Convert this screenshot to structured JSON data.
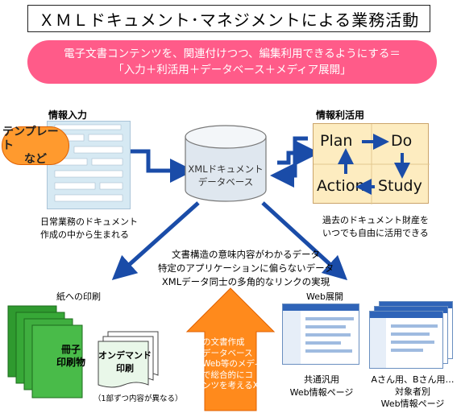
{
  "title": "ＸＭＬドキュメント･マネジメントによる業務活動",
  "banner": {
    "line1": "電子文書コンテンツを、関連付けつつ、編集利用できるようにする＝",
    "line2": "「入力＋利活用＋データベース＋メディア展開」"
  },
  "input": {
    "heading": "情報入力",
    "template_line1": "テンプレート",
    "template_line2": "など",
    "caption_line1": "日常業務のドキュメント",
    "caption_line2": "作成の中から生まれる"
  },
  "database": {
    "line1": "XMLドキュメント",
    "line2": "データベース"
  },
  "utilization": {
    "heading": "情報利活用",
    "plan": "Plan",
    "do": "Do",
    "study": "Study",
    "action": "Action",
    "caption_line1": "過去のドキュメント財産を",
    "caption_line2": "いつでも自由に活用できる"
  },
  "features": [
    "文書構造の意味内容がわかるデータ",
    "特定のアプリケーションに偏らないデータ",
    "XMLデータ同士の多角的なリンクの実現"
  ],
  "print": {
    "heading": "紙への印刷",
    "booklet_line1": "冊子",
    "booklet_line2": "印刷物",
    "ondemand_line1": "オンデマンド",
    "ondemand_line2": "印刷",
    "ondemand_note": "（1部ずつ内容が異なる）"
  },
  "note": {
    "line1": "日常の文書作成",
    "line2": "文書データベース",
    "line3": "紙やWeb等のメディ",
    "line4": "アまで総合的にコ",
    "line5": "ンテンツを考えるXML"
  },
  "web": {
    "heading": "Web展開",
    "common_line1": "共通汎用",
    "common_line2": "Web情報ページ",
    "individual_line1": "Aさん用、Bさん用…",
    "individual_line2": "対象者別",
    "individual_line3": "Web情報ページ"
  },
  "colors": {
    "banner": "#ff5b89",
    "arrow_blue": "#1a4ca8",
    "orange": "#ff8a1c",
    "green": "#3fae3f",
    "pdsa_bg": "#fdecc0",
    "form_bg": "#d6e9f3"
  }
}
